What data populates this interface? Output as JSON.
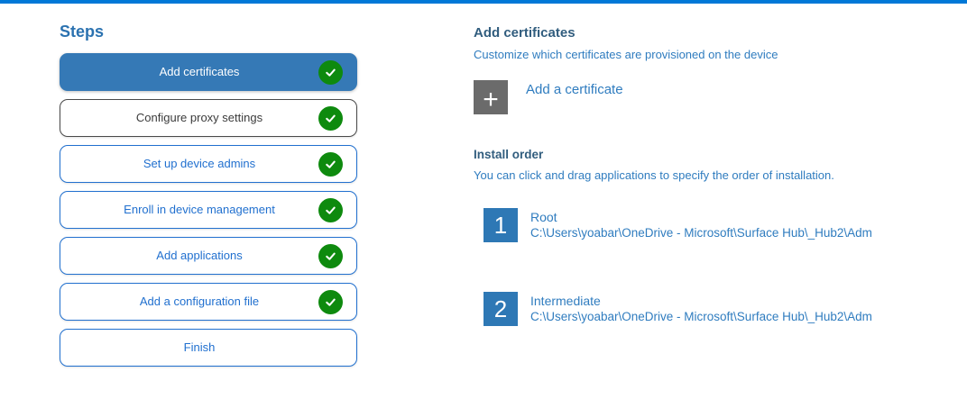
{
  "colors": {
    "accent-bar": "#0078D7",
    "active-step": "#3579B6",
    "step-border": "#2170CF",
    "step-text": "#2170CF",
    "neutral-border": "#4A4A4A",
    "neutral-text": "#3B3B3B",
    "check-green": "#0E8A0E",
    "heading-blue": "#315D7E",
    "body-blue": "#2F7CBF",
    "number-square": "#2E78B5",
    "add-square": "#6B6B6B",
    "steps-title": "#2B72B0"
  },
  "icons": {
    "plus": "+",
    "check": "check-icon"
  },
  "steps": {
    "title": "Steps",
    "items": [
      {
        "label": "Add certificates",
        "state": "active",
        "completed": true
      },
      {
        "label": "Configure proxy settings",
        "state": "neutral",
        "completed": true
      },
      {
        "label": "Set up device admins",
        "state": "default",
        "completed": true
      },
      {
        "label": "Enroll in device management",
        "state": "default",
        "completed": true
      },
      {
        "label": "Add applications",
        "state": "default",
        "completed": true
      },
      {
        "label": "Add a configuration file",
        "state": "default",
        "completed": true
      },
      {
        "label": "Finish",
        "state": "default",
        "completed": false
      }
    ]
  },
  "content": {
    "heading": "Add certificates",
    "subheading": "Customize which certificates are provisioned on the device",
    "add_button_label": "Add a certificate",
    "install_order": {
      "heading": "Install order",
      "subheading": "You can click and drag applications to specify the order of installation.",
      "items": [
        {
          "order": "1",
          "name": "Root",
          "path": "C:\\Users\\yoabar\\OneDrive - Microsoft\\Surface Hub\\_Hub2\\Adm"
        },
        {
          "order": "2",
          "name": "Intermediate",
          "path": "C:\\Users\\yoabar\\OneDrive - Microsoft\\Surface Hub\\_Hub2\\Adm"
        }
      ]
    }
  }
}
